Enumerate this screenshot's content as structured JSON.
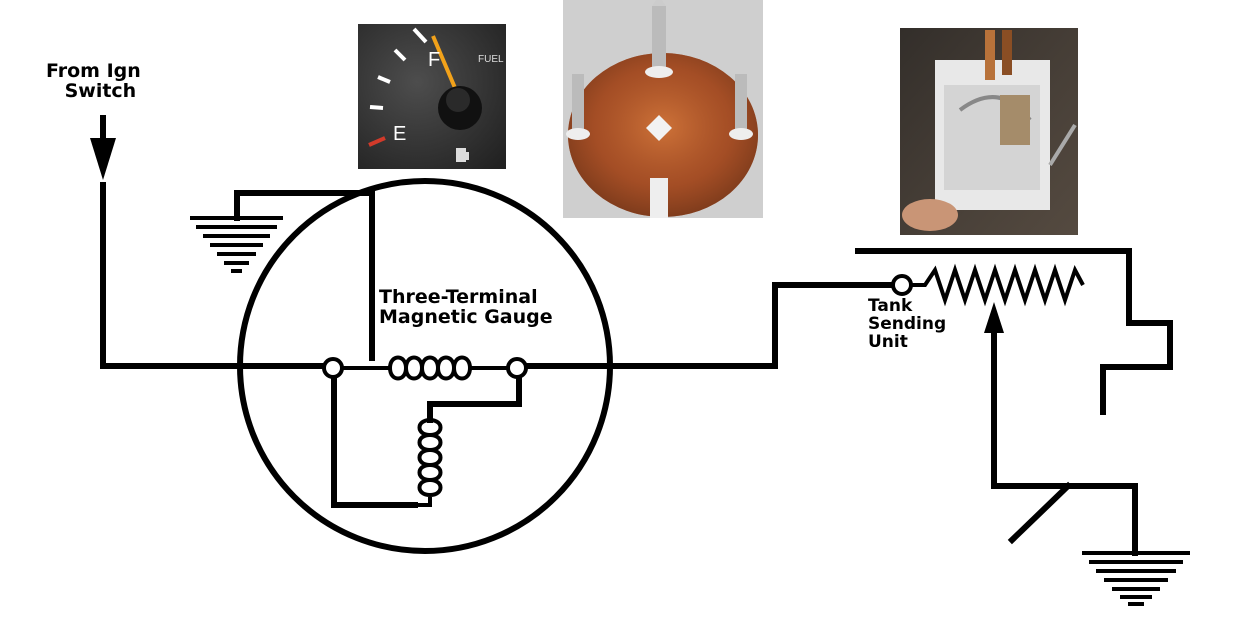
{
  "labels": {
    "ign_line1": "From Ign",
    "ign_line2": "Switch",
    "gauge_line1": "Three-Terminal",
    "gauge_line2": "Magnetic Gauge",
    "tank_line1": "Tank",
    "tank_line2": "Sending",
    "tank_line3": "Unit"
  },
  "gauge_face": {
    "full_mark": "F",
    "empty_mark": "E",
    "fuel_label": "FUEL"
  },
  "colors": {
    "line": "#000000",
    "gauge_face": "#3a3a3a",
    "needle": "#f2a21a",
    "empty_tick": "#d23a2a",
    "rust": "#b0532a",
    "sender_body": "#e8e8e8"
  },
  "icons": [
    "ground-symbol-icon",
    "ground-symbol-icon",
    "fuel-pump-icon",
    "ign-arrow-icon"
  ]
}
